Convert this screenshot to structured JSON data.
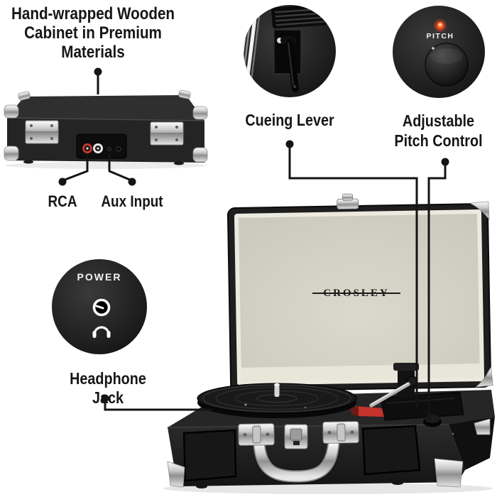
{
  "callouts": {
    "cabinet": {
      "label": "Hand-wrapped Wooden Cabinet in Premium Materials"
    },
    "rca": {
      "label": "RCA"
    },
    "aux": {
      "label": "Aux Input"
    },
    "cueing": {
      "label": "Cueing Lever"
    },
    "pitch": {
      "label": "Adjustable Pitch Control"
    },
    "headphone": {
      "label": "Headphone Jack"
    }
  },
  "product": {
    "brand": "CROSLEY",
    "pitch_knob_label": "PITCH",
    "power_panel_label": "POWER"
  },
  "colors": {
    "background": "#ffffff",
    "label_text": "#161616",
    "case_black": "#222222",
    "lid_interior_cream": "#d7d5c7",
    "chrome": "#d9d9d9",
    "led_red": "#f4511e",
    "stylus_red": "#c4342c"
  }
}
